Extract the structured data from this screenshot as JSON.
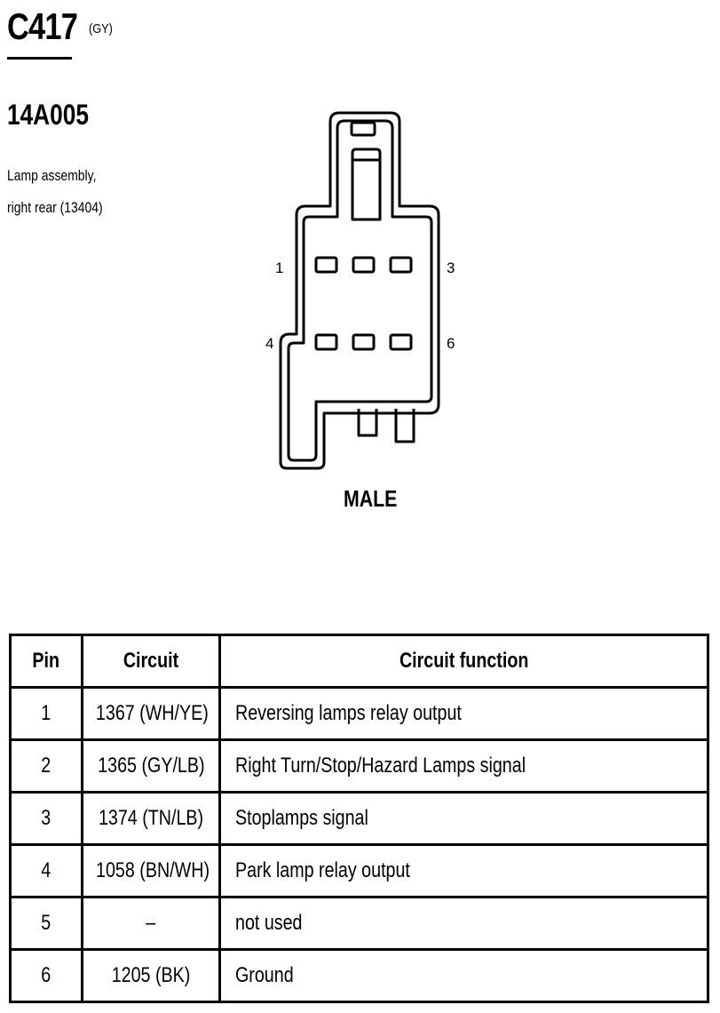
{
  "connector": {
    "id": "C417",
    "color": "(GY)",
    "part_number": "14A005",
    "description_line1": "Lamp assembly,",
    "description_line2": "right rear (13404)",
    "gender": "MALE",
    "pin_labels": [
      "1",
      "3",
      "4",
      "6"
    ]
  },
  "table": {
    "headers": [
      "Pin",
      "Circuit",
      "Circuit function"
    ],
    "rows": [
      {
        "pin": "1",
        "circuit": "1367 (WH/YE)",
        "function": "Reversing lamps relay output"
      },
      {
        "pin": "2",
        "circuit": "1365 (GY/LB)",
        "function": "Right Turn/Stop/Hazard Lamps signal"
      },
      {
        "pin": "3",
        "circuit": "1374 (TN/LB)",
        "function": "Stoplamps signal"
      },
      {
        "pin": "4",
        "circuit": "1058 (BN/WH)",
        "function": "Park lamp relay output"
      },
      {
        "pin": "5",
        "circuit": "–",
        "function": "not used"
      },
      {
        "pin": "6",
        "circuit": "1205 (BK)",
        "function": "Ground"
      }
    ]
  }
}
